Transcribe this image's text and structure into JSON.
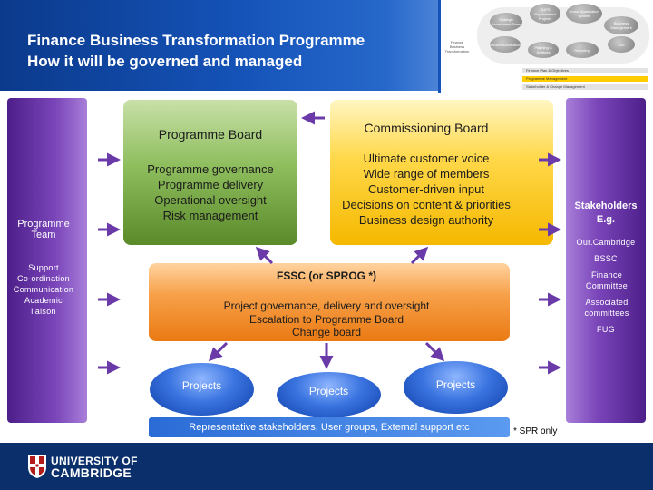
{
  "title": {
    "line1": "Finance Business Transformation Programme",
    "line2": "How it will be governed and managed"
  },
  "thumbnail": {
    "left_label": "Finance Business Transformation",
    "nodes": [
      "CUFS Replacement Projects",
      "Cross organisation system",
      "Strategic Assessment Team",
      "Business Management",
      "Invoice Automation",
      "Planning & Analysis",
      "Reporting",
      "MIS"
    ],
    "bars": [
      "Finance Plan & Objectives",
      "Programme Management",
      "Stakeholder & Change Management"
    ],
    "colors": {
      "bar1": "#d9d9d9",
      "bar2": "#ffcc00",
      "bar3": "#d9d9d9"
    }
  },
  "left_panel": {
    "heading_line1": "Programme",
    "heading_line2": "Team",
    "items": [
      "Support",
      "Co-ordination",
      "Communication",
      "Academic",
      "liaison"
    ]
  },
  "right_panel": {
    "heading_line1": "Stakeholders",
    "heading_line2": "E.g.",
    "items": [
      "Our.Cambridge",
      "BSSC",
      "Finance Committee",
      "Associated committees",
      "FUG"
    ]
  },
  "programme_board": {
    "title": "Programme Board",
    "lines": [
      "Programme governance",
      "Programme delivery",
      "Operational oversight",
      "Risk management"
    ]
  },
  "commissioning_board": {
    "title": "Commissioning Board",
    "lines": [
      "Ultimate customer voice",
      "Wide range of members",
      "Customer-driven input",
      "Decisions on content & priorities",
      "Business design authority"
    ]
  },
  "fssc": {
    "title": "FSSC (or SPROG *)",
    "lines": [
      "Project governance, delivery and oversight",
      "Escalation to Programme Board",
      "Change board"
    ]
  },
  "projects": [
    "Projects",
    "Projects",
    "Projects"
  ],
  "representative": "Representative stakeholders, User groups, External support etc",
  "footnote": "* SPR only",
  "footer": {
    "logo_line1": "UNIVERSITY OF",
    "logo_line2": "CAMBRIDGE"
  },
  "colors": {
    "purple": "#7a45b9",
    "green": "#8fbe5e",
    "yellow": "#ffd84a",
    "orange": "#f7a14a",
    "blue": "#3a74e0",
    "navy": "#0a2f6b"
  }
}
